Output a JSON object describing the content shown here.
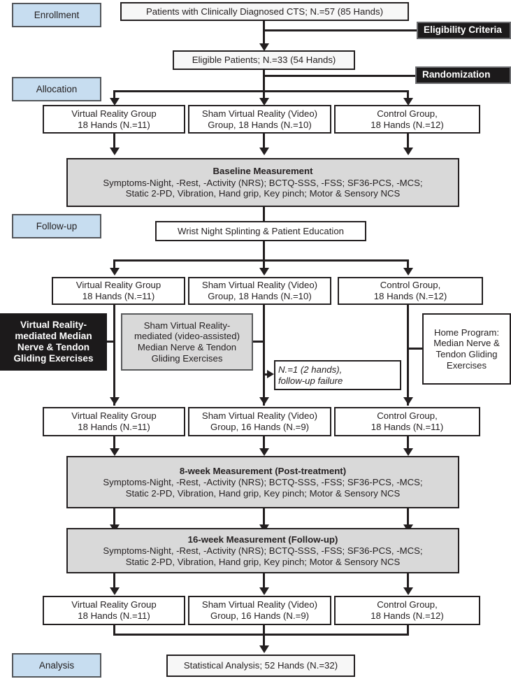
{
  "figure": {
    "type": "CONSORT-style participant flow diagram",
    "stages": [
      {
        "id": "enrollment",
        "label": "Enrollment"
      },
      {
        "id": "allocation",
        "label": "Allocation"
      },
      {
        "id": "followup",
        "label": "Follow-up"
      },
      {
        "id": "analysis",
        "label": "Analysis"
      }
    ],
    "side_notes": [
      {
        "id": "eligibility",
        "label": "Eligibility Criteria"
      },
      {
        "id": "randomization",
        "label": "Randomization"
      }
    ],
    "nodes": {
      "screened": "Patients with Clinically Diagnosed CTS; N.=57 (85 Hands)",
      "eligible": "Eligible Patients; N.=33 (54 Hands)",
      "alloc_vr_l1": "Virtual Reality Group",
      "alloc_vr_l2": "18 Hands (N.=11)",
      "alloc_sham_l1": "Sham Virtual Reality (Video)",
      "alloc_sham_l2": "Group, 18 Hands (N.=10)",
      "alloc_control_l1": "Control Group,",
      "alloc_control_l2": "18 Hands (N.=12)",
      "baseline_title": "Baseline Measurement",
      "baseline_line1": "Symptoms-Night, -Rest, -Activity (NRS); BCTQ-SSS, -FSS; SF36-PCS, -MCS;",
      "baseline_line2": "Static 2-PD, Vibration, Hand grip, Key pinch; Motor & Sensory NCS",
      "splinting": "Wrist Night Splinting & Patient Education",
      "fu_vr_l1": "Virtual Reality Group",
      "fu_vr_l2": "18 Hands (N.=11)",
      "fu_sham_l1": "Sham Virtual Reality (Video)",
      "fu_sham_l2": "Group, 18 Hands (N.=10)",
      "fu_control_l1": "Control Group,",
      "fu_control_l2": "18 Hands (N.=12)",
      "interv_vr": "Virtual Reality-mediated Median Nerve & Tendon Gliding Exercises",
      "interv_sham": "Sham Virtual Reality-mediated (video-assisted) Median Nerve & Tendon Gliding Exercises",
      "interv_control": "Home Program: Median Nerve & Tendon Gliding Exercises",
      "dropout_l1": "N.=1 (2 hands),",
      "dropout_l2": "follow-up failure",
      "post_vr_l1": "Virtual Reality Group",
      "post_vr_l2": "18 Hands (N.=11)",
      "post_sham_l1": "Sham Virtual Reality (Video)",
      "post_sham_l2": "Group, 16 Hands (N.=9)",
      "post_control_l1": "Control Group,",
      "post_control_l2": "18 Hands (N.=11)",
      "week8_title": "8-week Measurement (Post-treatment)",
      "week8_line1": "Symptoms-Night, -Rest, -Activity (NRS); BCTQ-SSS, -FSS; SF36-PCS, -MCS;",
      "week8_line2": "Static 2-PD, Vibration, Hand grip, Key pinch; Motor & Sensory NCS",
      "week16_title": "16-week Measurement (Follow-up)",
      "week16_line1": "Symptoms-Night, -Rest, -Activity (NRS); BCTQ-SSS, -FSS; SF36-PCS, -MCS;",
      "week16_line2": "Static 2-PD, Vibration, Hand grip, Key pinch; Motor & Sensory NCS",
      "final_vr_l1": "Virtual Reality Group",
      "final_vr_l2": "18 Hands (N.=11)",
      "final_sham_l1": "Sham Virtual Reality (Video)",
      "final_sham_l2": "Group, 16 Hands (N.=9)",
      "final_control_l1": "Control Group,",
      "final_control_l2": "18 Hands (N.=12)",
      "statistical": "Statistical Analysis; 52 Hands (N.=32)"
    },
    "colors": {
      "stage_fill": "#c7ddf0",
      "stage_border": "#53565a",
      "dark_fill": "#1c1a1b",
      "gray_fill": "#d9d9d9",
      "line": "#231f20",
      "text": "#231f20",
      "page": "#ffffff"
    }
  }
}
